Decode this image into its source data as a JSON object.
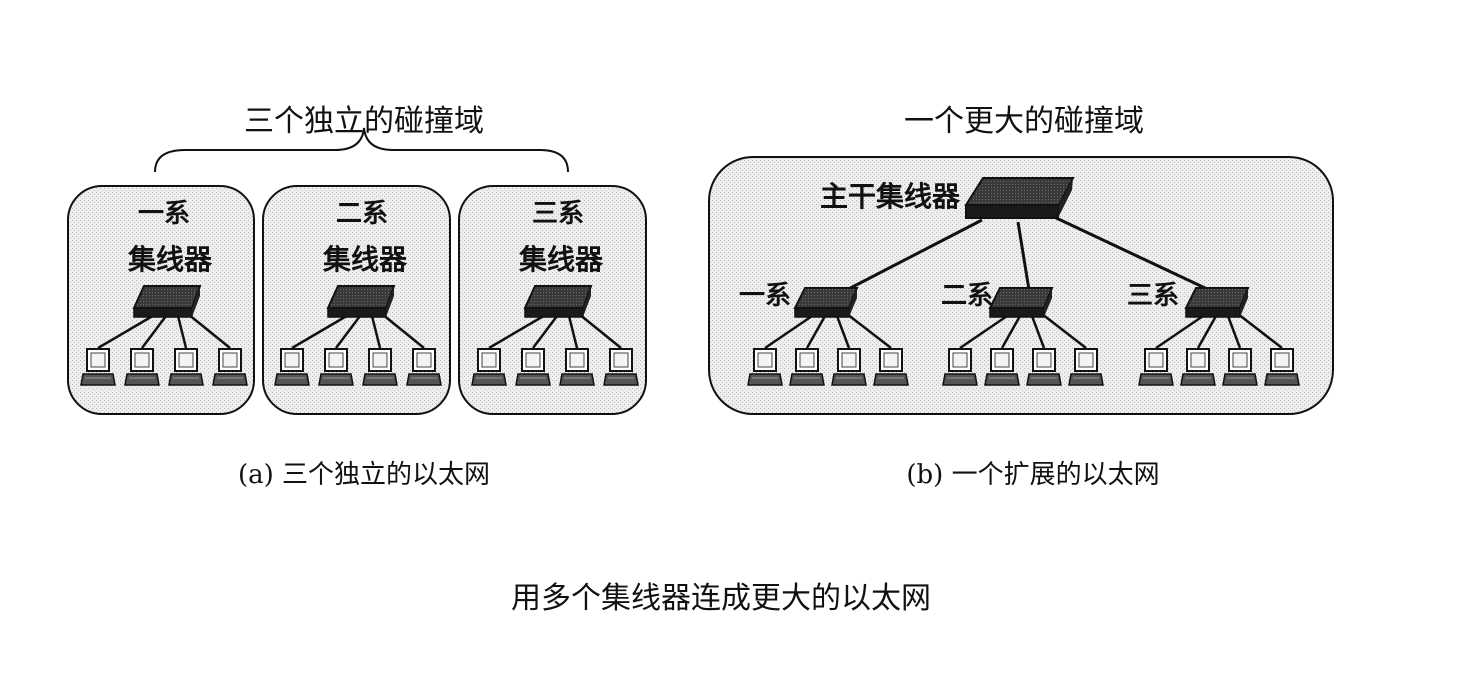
{
  "panel_a": {
    "brace_label": "三个独立的碰撞域",
    "groups": [
      {
        "dept": "一系",
        "hub": "集线器"
      },
      {
        "dept": "二系",
        "hub": "集线器"
      },
      {
        "dept": "三系",
        "hub": "集线器"
      }
    ],
    "caption": "(a) 三个独立的以太网"
  },
  "panel_b": {
    "title": "一个更大的碰撞域",
    "backbone_label": "主干集线器",
    "groups": [
      {
        "dept": "一系"
      },
      {
        "dept": "二系"
      },
      {
        "dept": "三系"
      }
    ],
    "caption": "(b) 一个扩展的以太网"
  },
  "figure_caption": "用多个集线器连成更大的以太网"
}
